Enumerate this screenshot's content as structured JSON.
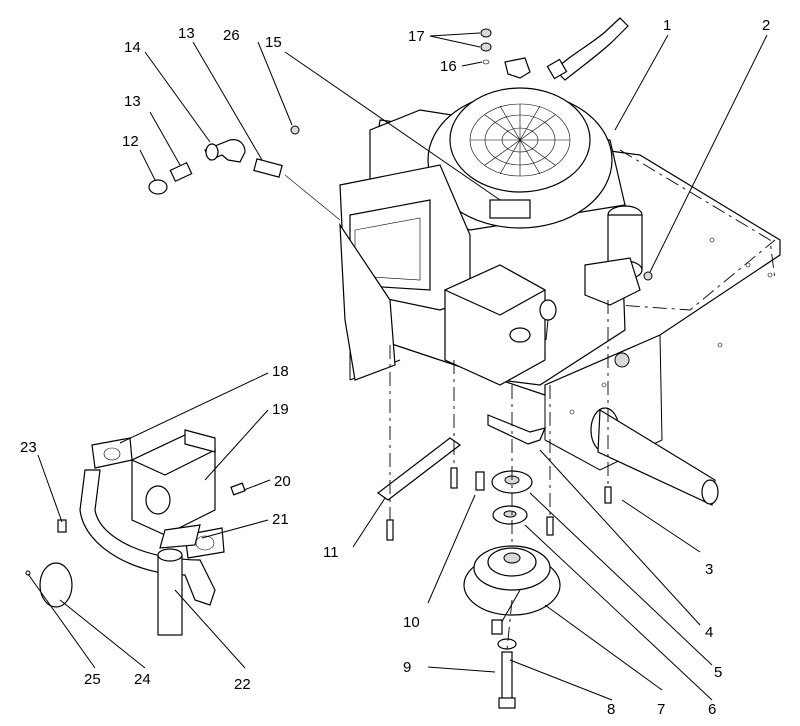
{
  "diagram": {
    "callouts": [
      {
        "id": "c1",
        "label": "1"
      },
      {
        "id": "c2",
        "label": "2"
      },
      {
        "id": "c3",
        "label": "3"
      },
      {
        "id": "c4",
        "label": "4"
      },
      {
        "id": "c5",
        "label": "5"
      },
      {
        "id": "c6",
        "label": "6"
      },
      {
        "id": "c7",
        "label": "7"
      },
      {
        "id": "c8",
        "label": "8"
      },
      {
        "id": "c9",
        "label": "9"
      },
      {
        "id": "c10",
        "label": "10"
      },
      {
        "id": "c11",
        "label": "11"
      },
      {
        "id": "c12",
        "label": "12"
      },
      {
        "id": "c13a",
        "label": "13"
      },
      {
        "id": "c13b",
        "label": "13"
      },
      {
        "id": "c14",
        "label": "14"
      },
      {
        "id": "c15",
        "label": "15"
      },
      {
        "id": "c16",
        "label": "16"
      },
      {
        "id": "c17",
        "label": "17"
      },
      {
        "id": "c18",
        "label": "18"
      },
      {
        "id": "c19",
        "label": "19"
      },
      {
        "id": "c20",
        "label": "20"
      },
      {
        "id": "c21",
        "label": "21"
      },
      {
        "id": "c22",
        "label": "22"
      },
      {
        "id": "c23",
        "label": "23"
      },
      {
        "id": "c24",
        "label": "24"
      },
      {
        "id": "c25",
        "label": "25"
      },
      {
        "id": "c26",
        "label": "26"
      }
    ]
  }
}
